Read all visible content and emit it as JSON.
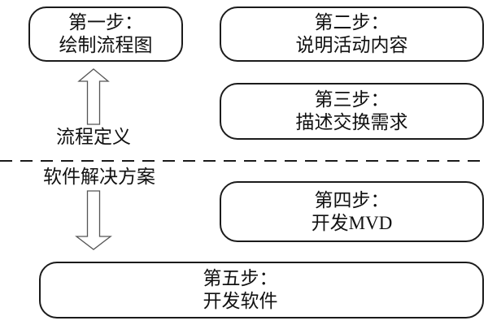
{
  "diagram": {
    "kind": "process-steps-flowchart",
    "colors": {
      "background": "#ffffff",
      "box_stroke": "#1b1b1b",
      "arrow_stroke": "#555555",
      "text": "#111111"
    },
    "boxes": [
      {
        "name": "step1",
        "line1": "第一步：",
        "line2": "绘制流程图"
      },
      {
        "name": "step2",
        "line1": "第二步：",
        "line2": "说明活动内容"
      },
      {
        "name": "step3",
        "line1": "第三步：",
        "line2": "描述交换需求"
      },
      {
        "name": "step4",
        "line1": "第四步：",
        "line2": "开发MVD"
      },
      {
        "name": "step5",
        "line1": "第五步：",
        "line2": "开发软件"
      }
    ],
    "labels": {
      "upper": "流程定义",
      "lower": "软件解决方案"
    },
    "icons": {
      "up_arrow": "hollow-up-arrow",
      "down_arrow": "hollow-down-arrow"
    },
    "divider": {
      "style": "dashed-horizontal-line"
    }
  }
}
